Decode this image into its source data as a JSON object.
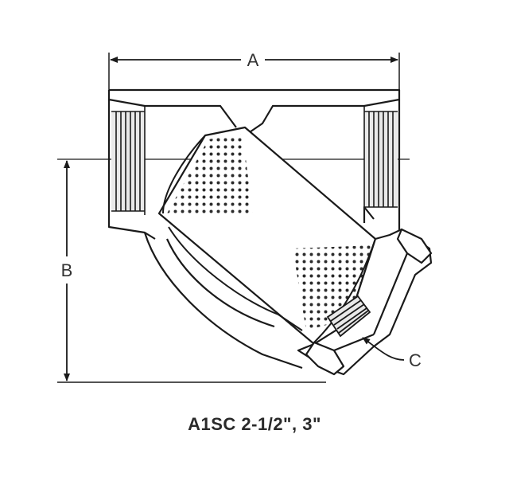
{
  "labels": {
    "dim_a": "A",
    "dim_b": "B",
    "dim_c": "C"
  },
  "caption": "A1SC 2-1/2\", 3\"",
  "colors": {
    "line": "#1a1a1a",
    "body_fill": "#ffffff",
    "thread_fill": "#e9e9e9",
    "shadow_fill": "#d6d6d6"
  }
}
